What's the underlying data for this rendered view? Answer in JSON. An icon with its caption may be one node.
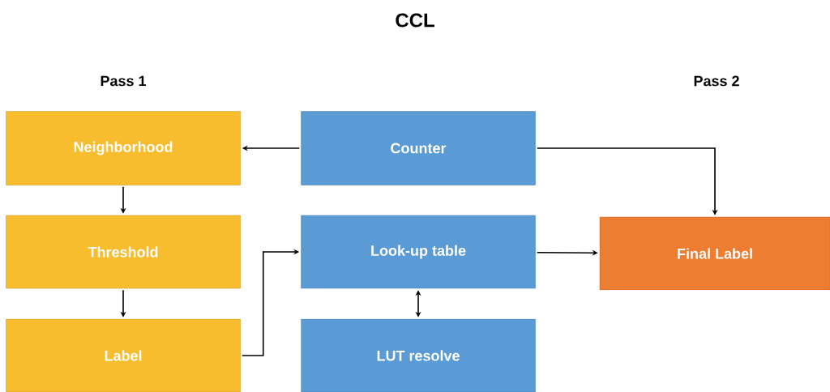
{
  "diagram": {
    "title": "CCL",
    "nodes": [
      {
        "text": [
          "Neighborhood"
        ]
      },
      {
        "text": [
          "Counter"
        ]
      },
      {
        "text": [
          "Threshold"
        ]
      },
      {
        "text": [
          "Look-up table"
        ]
      },
      {
        "text": [
          "Final Label"
        ]
      },
      {
        "text": [
          "Label"
        ]
      },
      {
        "text": [
          "LUT resolve"
        ]
      }
    ],
    "edges": [
      {
        "from": 1,
        "to": 0,
        "arrow": "to"
      },
      {
        "from": 1,
        "to": 4,
        "arrow": "to"
      },
      {
        "from": 0,
        "to": 2,
        "arrow": "to"
      },
      {
        "from": 2,
        "to": 5,
        "arrow": "to"
      },
      {
        "from": 5,
        "to": 3,
        "arrow": "to"
      },
      {
        "from": 3,
        "to": 4,
        "arrow": "to"
      },
      {
        "from": 3,
        "to": 6,
        "arrow": "both"
      }
    ],
    "labels": [
      "Pass 1",
      "Pass 2"
    ]
  }
}
